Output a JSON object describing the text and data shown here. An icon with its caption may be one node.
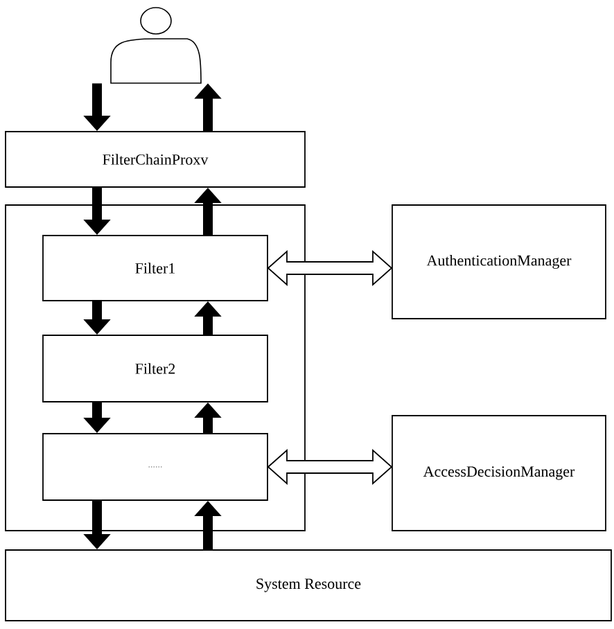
{
  "diagram": {
    "nodes": [
      {
        "text": [],
        "shape": "person"
      },
      {
        "text": [
          "FilterChainProxv"
        ]
      },
      {
        "text": [],
        "shape": "box"
      },
      {
        "text": [
          "Filter1"
        ],
        "in": 2
      },
      {
        "text": [
          "Filter2"
        ],
        "in": 2
      },
      {
        "text": [
          "......"
        ],
        "in": 2
      },
      {
        "text": [
          "AuthenticationManager"
        ]
      },
      {
        "text": [
          "AccessDecisionManager"
        ]
      },
      {
        "text": [
          "System Resource"
        ]
      }
    ],
    "edges": [
      {
        "from": 0,
        "to": 1,
        "arrow": "to"
      },
      {
        "from": 1,
        "to": 0,
        "arrow": "to"
      },
      {
        "from": 1,
        "to": 3,
        "arrow": "to"
      },
      {
        "from": 3,
        "to": 1,
        "arrow": "to"
      },
      {
        "from": 3,
        "to": 4,
        "arrow": "to"
      },
      {
        "from": 4,
        "to": 3,
        "arrow": "to"
      },
      {
        "from": 4,
        "to": 5,
        "arrow": "to"
      },
      {
        "from": 5,
        "to": 4,
        "arrow": "to"
      },
      {
        "from": 5,
        "to": 8,
        "arrow": "to"
      },
      {
        "from": 8,
        "to": 5,
        "arrow": "to"
      },
      {
        "from": 3,
        "to": 6,
        "arrow": "both"
      },
      {
        "from": 5,
        "to": 7,
        "arrow": "both"
      }
    ]
  }
}
